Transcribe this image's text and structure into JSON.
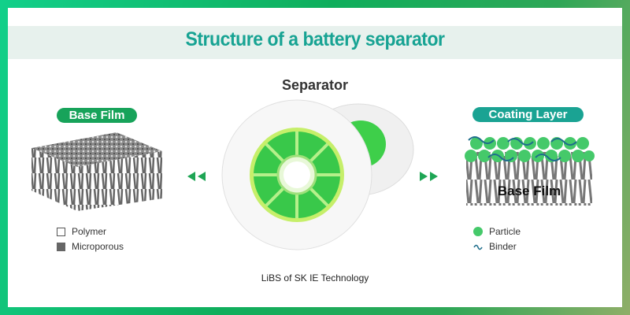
{
  "title": "Structure of a battery separator",
  "center_label": "Separator",
  "caption": "LiBS of SK IE Technology",
  "base_film": {
    "label": "Base Film",
    "legend": [
      {
        "icon": "white-square-icon",
        "label": "Polymer"
      },
      {
        "icon": "gray-square-icon",
        "label": "Microporous"
      }
    ]
  },
  "coating_layer": {
    "label": "Coating Layer",
    "image_label": "Base Film",
    "legend": [
      {
        "icon": "green-circle-icon",
        "label": "Particle"
      },
      {
        "icon": "wave-icon",
        "label": "Binder"
      }
    ]
  },
  "colors": {
    "title": "#17a393",
    "base_pill": "#17a35a",
    "coating_pill": "#1aa393",
    "green": "#3ecf5a"
  }
}
